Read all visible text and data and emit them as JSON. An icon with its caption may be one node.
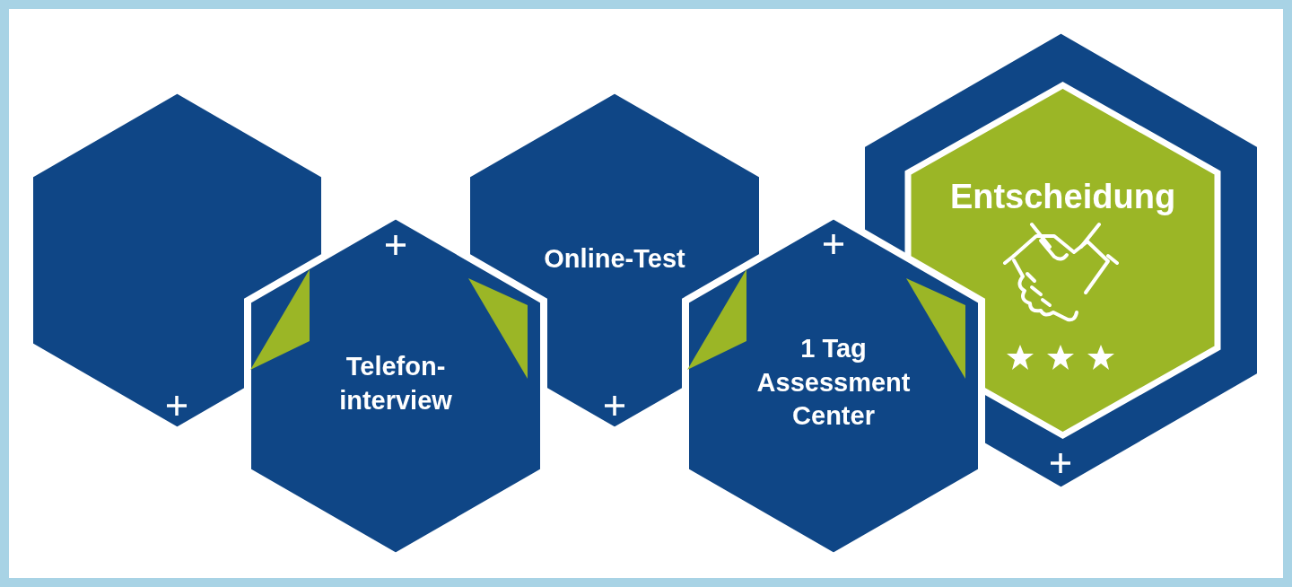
{
  "diagram": {
    "nodes": [
      {
        "text": [],
        "shape": "hexagon"
      },
      {
        "text": [
          "Telefon- interview"
        ]
      },
      {
        "text": [
          "Online-Test"
        ]
      },
      {
        "text": [
          "1 Tag Assessment Center"
        ]
      },
      {
        "text": [],
        "shape": "hexagon"
      },
      {
        "text": [
          "Entscheidung"
        ],
        "in": 4
      }
    ]
  }
}
